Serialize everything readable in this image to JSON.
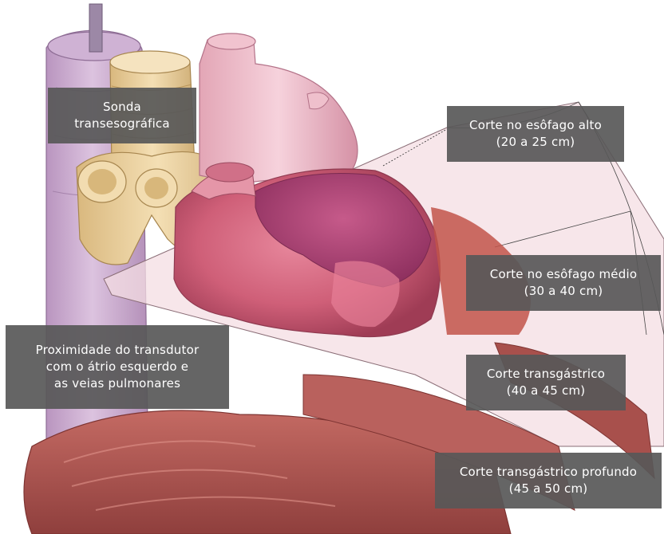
{
  "labels": {
    "probe": [
      "Sonda",
      "transesográfica"
    ],
    "upper_esophageal": [
      "Corte no esôfago alto",
      "(20 a 25 cm)"
    ],
    "mid_esophageal": [
      "Corte no esôfago médio",
      "(30 a 40 cm)"
    ],
    "proximity": [
      "Proximidade do transdutor",
      "com o átrio esquerdo e",
      "as veias pulmonares"
    ],
    "transgastric": [
      "Corte transgástrico",
      "(40 a 45 cm)"
    ],
    "deep_transgastric": [
      "Corte transgástrico profundo",
      "(45 a 50 cm)"
    ]
  },
  "colors": {
    "label_bg": "#585858",
    "label_text": "#ffffff",
    "esophagus": "#c9a6cf",
    "trachea": "#ecd39f",
    "heart": "#d9657f",
    "muscle": "#b35a56",
    "plane": "#f4dde3"
  }
}
